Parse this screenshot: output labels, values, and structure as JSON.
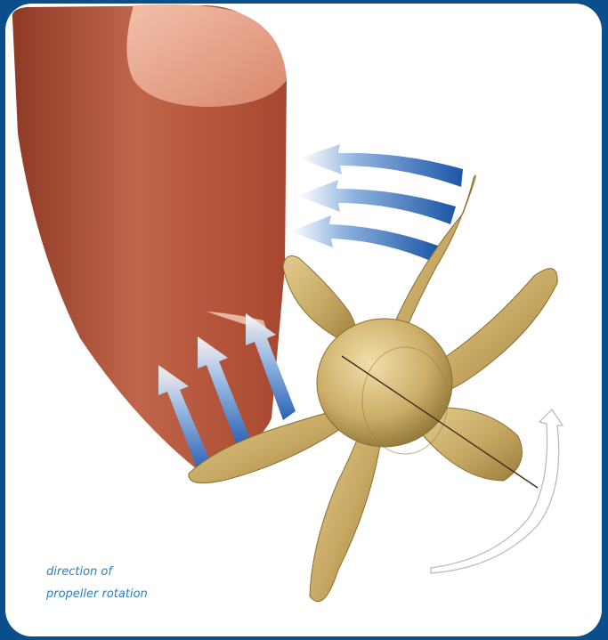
{
  "caption": {
    "line1": "direction of",
    "line2": "propeller rotation"
  },
  "colors": {
    "frame": "#0a4e8c",
    "panel": "#ffffff",
    "rudder": "#b95a40",
    "rudder_top": "#e6a58d",
    "propeller": "#c7a862",
    "flow_arrow": "#1f5fb0",
    "caption": "#2e7fb8"
  },
  "icons": {
    "rudder": "rudder-shape",
    "propeller": "six-blade-propeller",
    "inflow_arrows": "blue-gradient-arrows",
    "rotation_arrow": "curved-rotation-arrow"
  }
}
